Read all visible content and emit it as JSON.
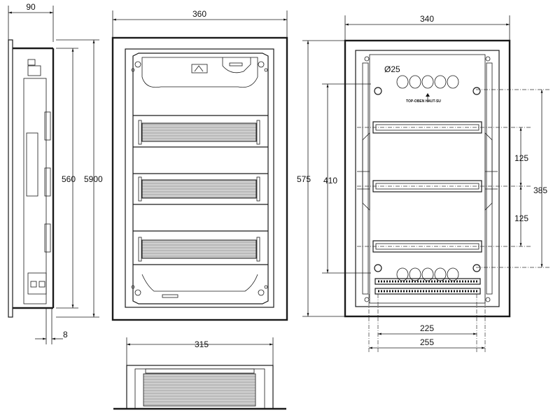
{
  "dimensions": {
    "side_depth": "90",
    "side_height_inner": "560",
    "side_height_outer": "5900",
    "side_offset": "8",
    "front_width": "360",
    "top_view_width": "315",
    "back_width": "340",
    "back_height": "575",
    "back_inner_height": "410",
    "rail_spacing_1": "125",
    "rail_spacing_2": "125",
    "rail_total": "385",
    "hole_spacing_inner": "225",
    "hole_spacing_outer": "255"
  },
  "labels": {
    "knockout_diameter": "Ø25",
    "orientation_mark": "TOP-OBEN   HAUT-SU"
  },
  "colors": {
    "line": "#1a1a1a",
    "window_fill": "#b8b8b8",
    "background": "#ffffff"
  }
}
